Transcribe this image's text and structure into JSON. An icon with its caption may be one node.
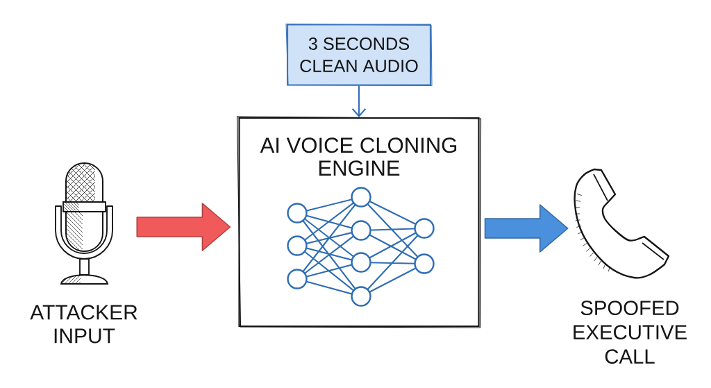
{
  "diagram": {
    "nodes": [
      {
        "text": [],
        "shape": "picture",
        "beside": [
          "ATTACKER INPUT"
        ]
      },
      {
        "text": [
          "3 SECONDS CLEAN AUDIO"
        ]
      },
      {
        "text": [
          "AI VOICE CLONING ENGINE"
        ]
      },
      {
        "text": [],
        "shape": "picture",
        "beside": [
          "SPOOFED EXECUTIVE CALL"
        ]
      }
    ],
    "edges": [
      {
        "from": 0,
        "to": 2,
        "arrow": "to",
        "style": "thick",
        "color": "#f05a5a"
      },
      {
        "from": 1,
        "to": 2,
        "arrow": "to",
        "color": "#2f6db5"
      },
      {
        "from": 2,
        "to": 3,
        "arrow": "to",
        "style": "thick",
        "color": "#4a90dc"
      }
    ]
  }
}
